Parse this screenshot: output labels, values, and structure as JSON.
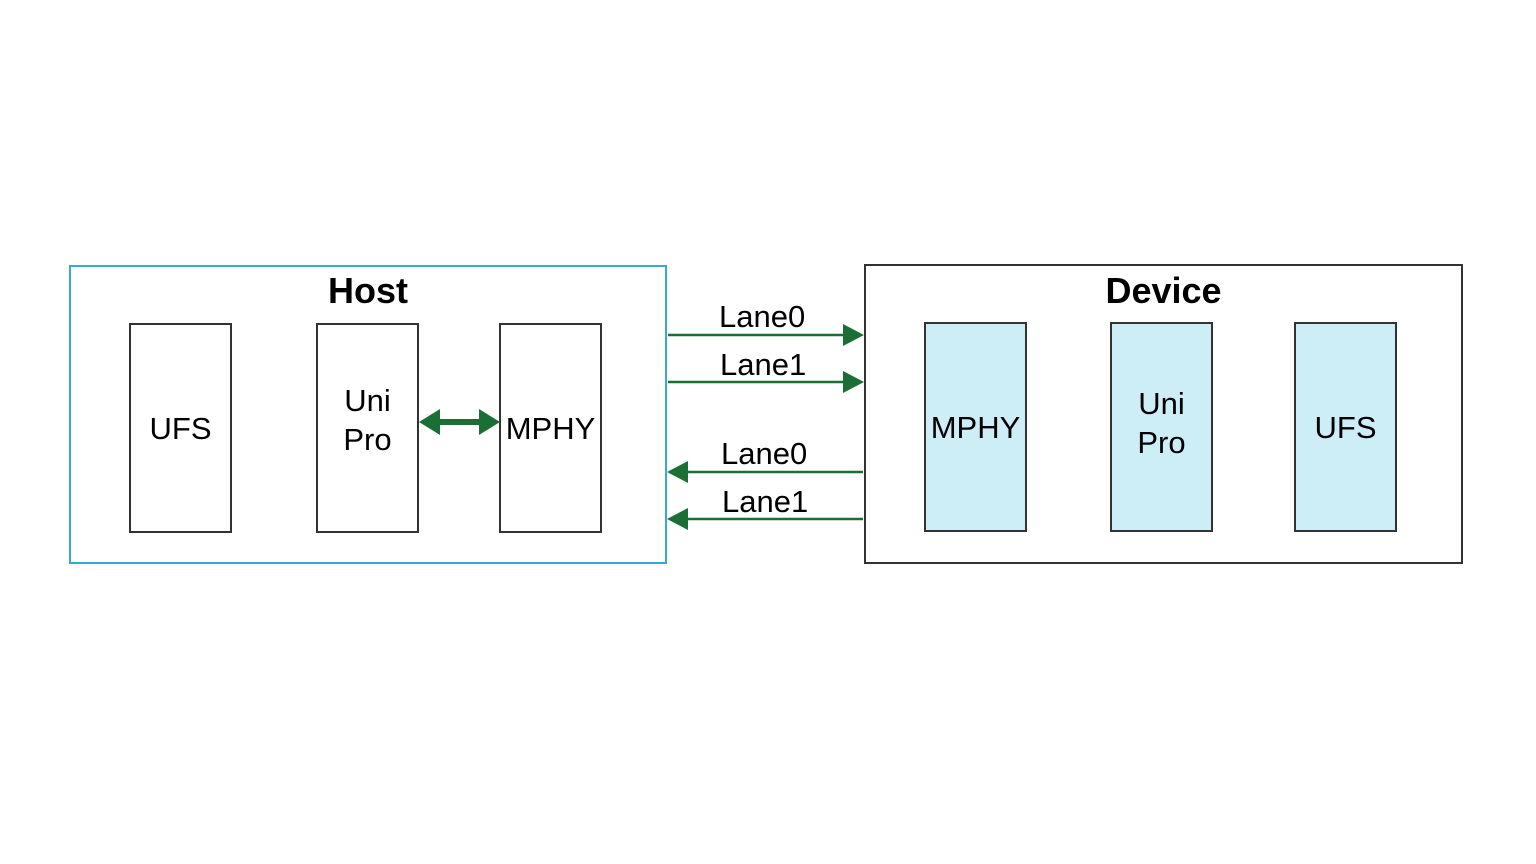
{
  "host": {
    "title": "Host",
    "blocks": {
      "ufs": "UFS",
      "unipro_line1": "Uni",
      "unipro_line2": "Pro",
      "mphy": "MPHY"
    }
  },
  "device": {
    "title": "Device",
    "blocks": {
      "mphy": "MPHY",
      "unipro_line1": "Uni",
      "unipro_line2": "Pro",
      "ufs": "UFS"
    }
  },
  "lanes": {
    "to_device": [
      "Lane0",
      "Lane1"
    ],
    "to_host": [
      "Lane0",
      "Lane1"
    ]
  },
  "colors": {
    "host_border": "#3aa7d6",
    "device_border": "#333333",
    "device_block_fill": "#cdeef7",
    "arrow": "#1b6f35"
  }
}
